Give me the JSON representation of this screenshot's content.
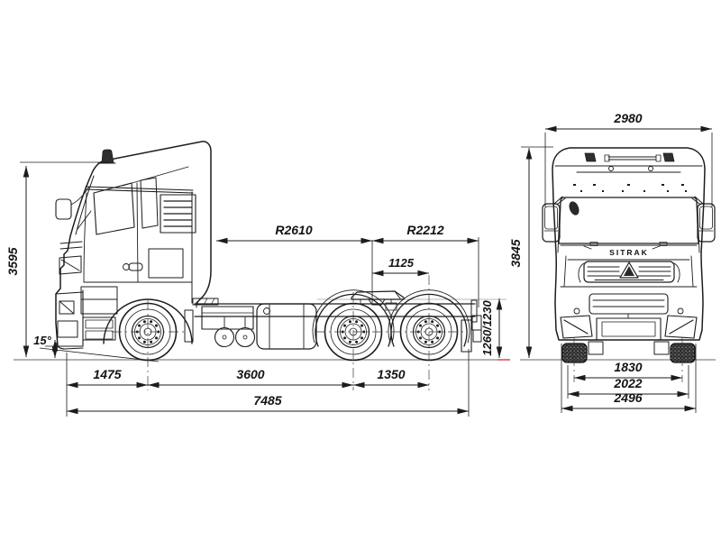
{
  "diagram": {
    "brand_badge": "SITRAK",
    "side_view": {
      "overall_height": "3595",
      "approach_angle": "15°",
      "front_turn_radius": "R2610",
      "rear_turn_radius": "R2212",
      "kingpin_to_rear_axle": "1125",
      "fifth_wheel_height": "1260/1230",
      "front_overhang": "1475",
      "wheelbase": "3600",
      "tandem_spacing": "1350",
      "overall_length": "7485"
    },
    "front_view": {
      "width_over_mirrors": "2980",
      "overall_height": "3845",
      "track_width": "1830",
      "width_over_tires": "2022",
      "overall_width": "2496"
    }
  }
}
